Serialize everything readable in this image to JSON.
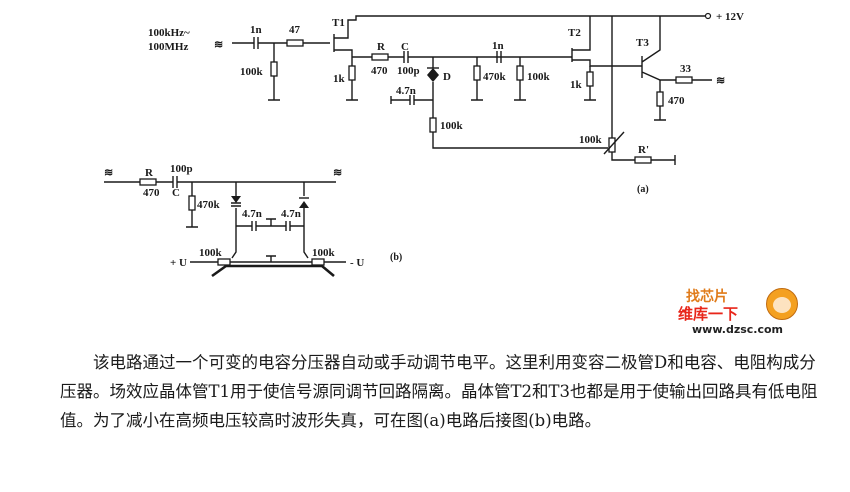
{
  "circuit_a": {
    "caption": "(a)",
    "input_freq_line1": "100kHz~",
    "input_freq_line2": "100MHz",
    "signal_symbol": "≋",
    "supply": "+ 12V",
    "components": {
      "c_in": "1n",
      "r_gate": "47",
      "r_bias": "100k",
      "t1": "T1",
      "r_source_t1": "1k",
      "r_label": "R",
      "r_value": "470",
      "c_label": "C",
      "c_value": "100p",
      "diode": "D",
      "c_bypass": "4.7n",
      "r_diode": "100k",
      "c_couple": "1n",
      "r_470k": "470k",
      "r_100k_b": "100k",
      "t2": "T2",
      "r_source_t2": "1k",
      "t3": "T3",
      "r_out": "33",
      "r_emitter": "470",
      "pot": "100k",
      "r_prime": "R'"
    }
  },
  "circuit_b": {
    "caption": "(b)",
    "signal_symbol": "≋",
    "components": {
      "r_label": "R",
      "r_value": "470",
      "c_value": "100p",
      "c_label": "C",
      "r_shunt": "470k",
      "c_left": "4.7n",
      "c_right": "4.7n",
      "pot_left": "100k",
      "pot_right": "100k",
      "plus_u": "+ U",
      "minus_u": "- U"
    }
  },
  "watermark": {
    "line1": "找芯片",
    "line2": "维库一下",
    "url": "www.dzsc.com"
  },
  "description": "该电路通过一个可变的电容分压器自动或手动调节电平。这里利用变容二极管D和电容、电阻构成分压器。场效应晶体管T1用于使信号源同调节回路隔离。晶体管T2和T3也都是用于使输出回路具有低电阻值。为了减小在高频电压较高时波形失真，可在图(a)电路后接图(b)电路。"
}
